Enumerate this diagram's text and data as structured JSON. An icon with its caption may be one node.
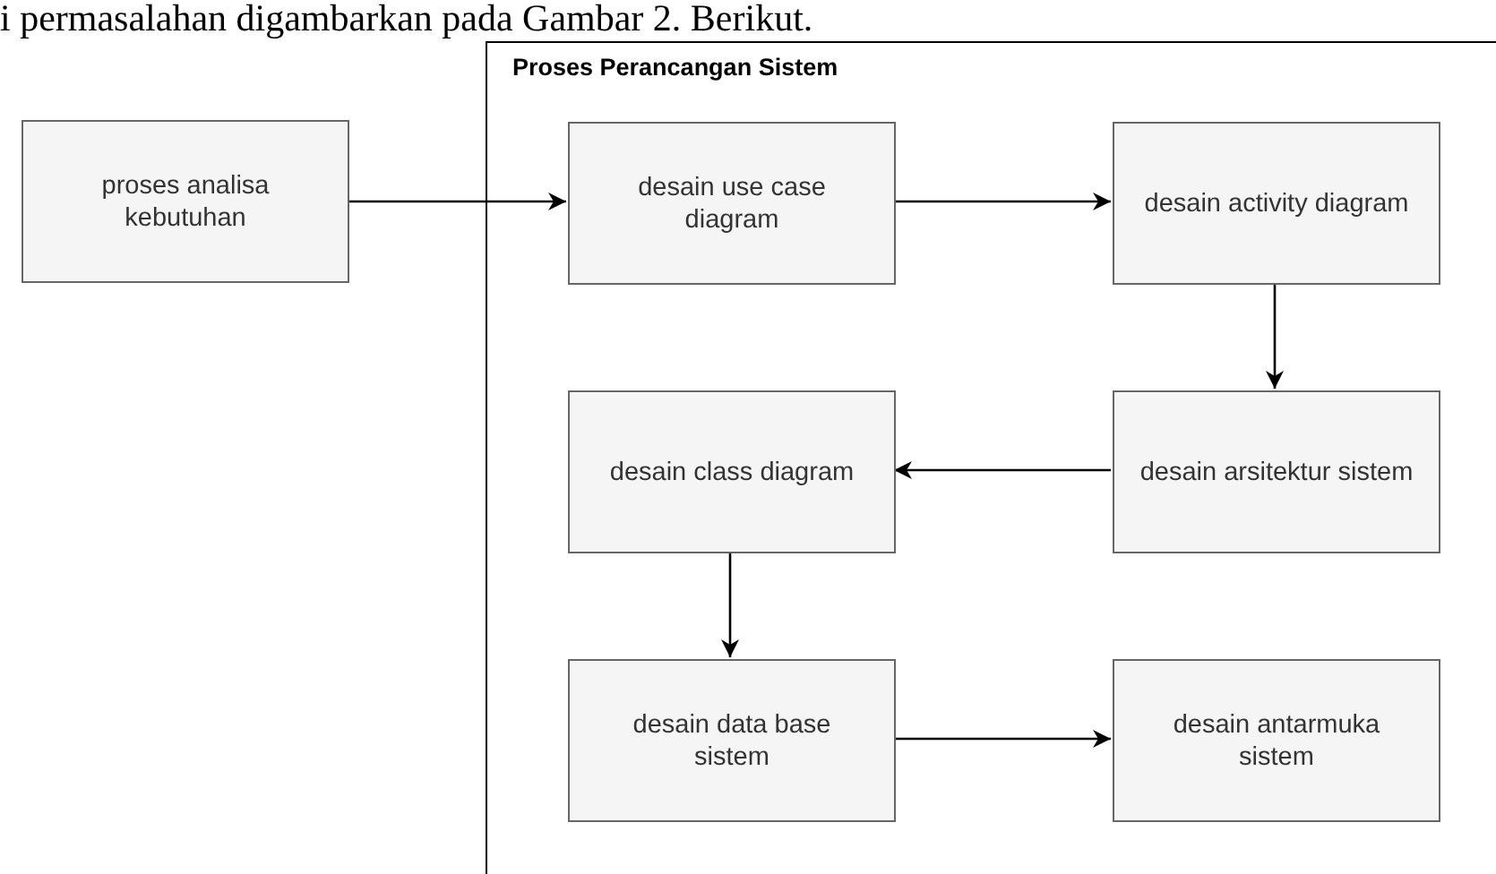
{
  "diagram": {
    "nodes": [
      {
        "text": [
          "proses analisa kebutuhan"
        ]
      },
      {
        "text": [
          "Proses Perancangan Sistem"
        ]
      },
      {
        "text": [
          "desain use case diagram"
        ],
        "in": 1
      },
      {
        "text": [
          "desain activity diagram"
        ],
        "in": 1
      },
      {
        "text": [
          "desain class diagram"
        ],
        "in": 1
      },
      {
        "text": [
          "desain arsitektur sistem"
        ],
        "in": 1
      },
      {
        "text": [
          "desain data base sistem"
        ],
        "in": 1
      },
      {
        "text": [
          "desain antarmuka sistem"
        ],
        "in": 1
      }
    ],
    "edges": [
      {
        "from": 0,
        "to": 2,
        "arrow": "to"
      },
      {
        "from": 2,
        "to": 3,
        "arrow": "to"
      },
      {
        "from": 3,
        "to": 5,
        "arrow": "to"
      },
      {
        "from": 5,
        "to": 4,
        "arrow": "to"
      },
      {
        "from": 4,
        "to": 6,
        "arrow": "to"
      },
      {
        "from": 6,
        "to": 7,
        "arrow": "to"
      }
    ],
    "labels": [
      "i permasalahan digambarkan pada Gambar 2. Berikut."
    ]
  }
}
